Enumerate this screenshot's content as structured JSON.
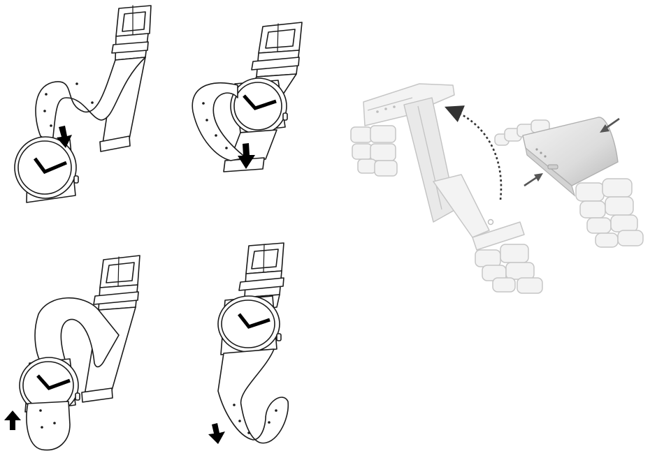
{
  "figure": {
    "panels": [
      {
        "name": "nato-strap-step-1",
        "hint": "arrow-down"
      },
      {
        "name": "nato-strap-step-2",
        "hint": "arrow-down"
      },
      {
        "name": "nato-strap-step-3",
        "hint": "arrow-up"
      },
      {
        "name": "nato-strap-step-4",
        "hint": "arrow-down"
      },
      {
        "name": "metal-bracelet-clasp",
        "hint": "press-and-lift"
      }
    ],
    "colors": {
      "line": "#1a1a1a",
      "hands": "#000000",
      "bracelet": "#c6c6c6",
      "arrow": "#555555"
    }
  }
}
